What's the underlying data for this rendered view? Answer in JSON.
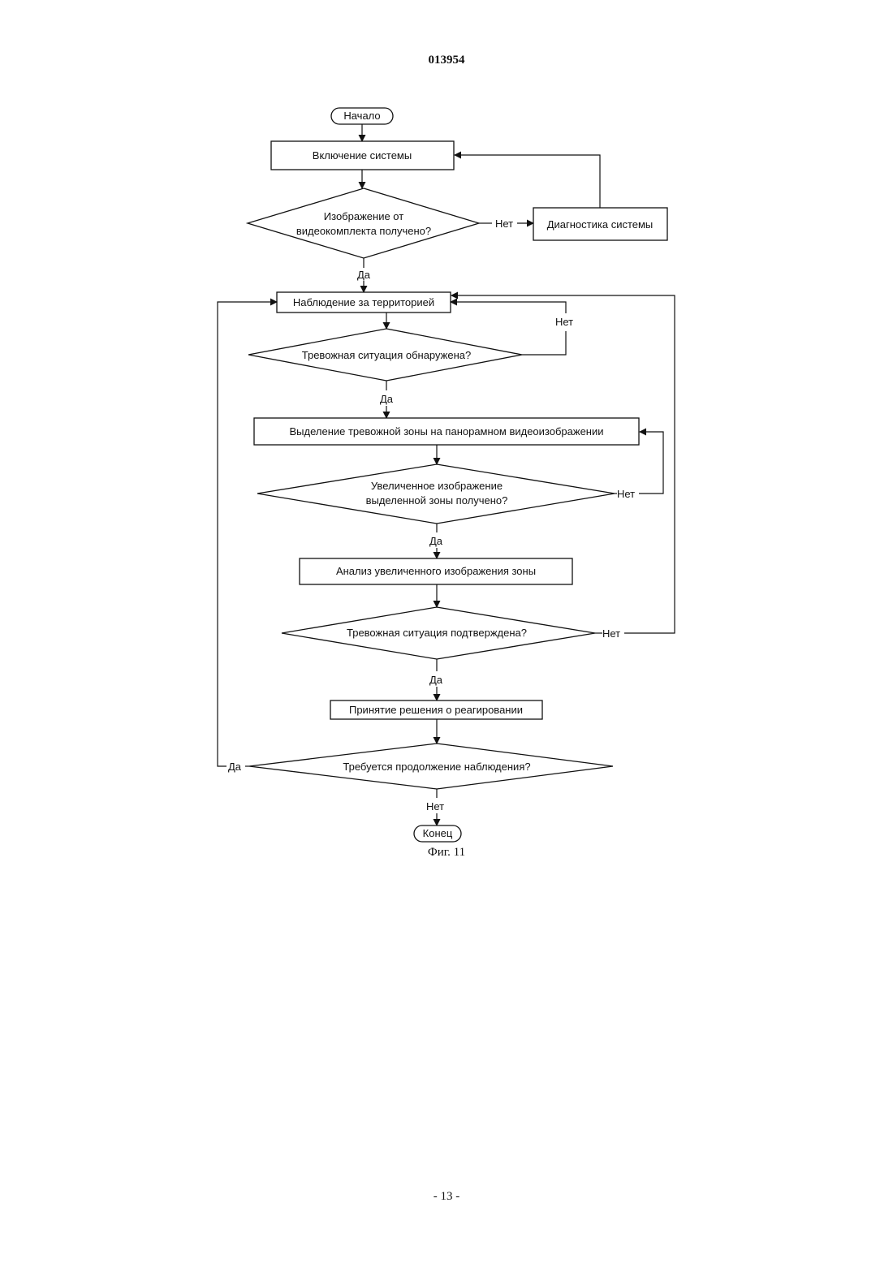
{
  "header": {
    "doc_number": "013954"
  },
  "flowchart": {
    "start": "Начало",
    "power_on": "Включение системы",
    "image_received_q": [
      "Изображение от",
      "видеокомплекта получено?"
    ],
    "diagnostics": "Диагностика системы",
    "monitoring": "Наблюдение за территорией",
    "alarm_detected_q": "Тревожная ситуация обнаружена?",
    "select_zone": "Выделение тревожной зоны на панорамном видеоизображении",
    "zoom_received_q": [
      "Увеличенное изображение",
      "выделенной зоны получено?"
    ],
    "analyze": "Анализ увеличенного изображения зоны",
    "alarm_confirmed_q": "Тревожная ситуация подтверждена?",
    "decision": "Принятие решения о реагировании",
    "continue_q": "Требуется продолжение наблюдения?",
    "end": "Конец",
    "yes": "Да",
    "no": "Нет"
  },
  "caption": "Фиг. 11",
  "footer": {
    "page_number": "- 13 -"
  }
}
